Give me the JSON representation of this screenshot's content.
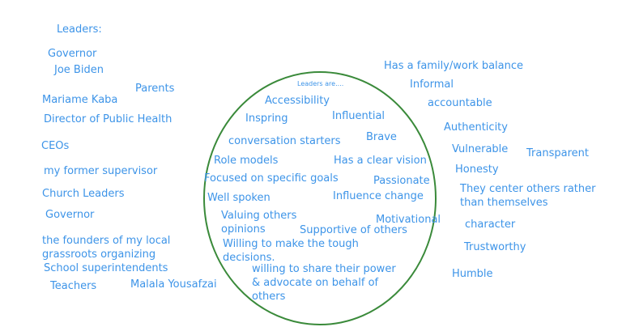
{
  "colors": {
    "text": "#3d94e8",
    "circle": "#3a8a3a",
    "background": "#ffffff"
  },
  "left": {
    "heading": "Leaders:",
    "items": [
      "Governor",
      "Joe Biden",
      "Parents",
      "Mariame Kaba",
      "Director of Public Health",
      "CEOs",
      "my former supervisor",
      "Church Leaders",
      "Governor",
      "the founders of my local grassroots organizing",
      "School superintendents",
      "Teachers",
      "Malala Yousafzai"
    ]
  },
  "circle": {
    "title": "Leaders are....",
    "items": [
      "Accessibility",
      "Inspring",
      "Influential",
      "conversation starters",
      "Brave",
      "Role models",
      "Has a clear vision",
      "Focused on specific goals",
      "Passionate",
      "Well spoken",
      "Influence change",
      "Valuing others opinions",
      "Motivational",
      "Supportive of others",
      "Willing to make the tough decisions.",
      "willing to share their power & advocate on behalf of others"
    ]
  },
  "right": {
    "items": [
      "Has a family/work balance",
      "Informal",
      "accountable",
      "Authenticity",
      "Vulnerable",
      "Transparent",
      "Honesty",
      "They center others rather than themselves",
      "character",
      "Trustworthy",
      "Humble"
    ]
  }
}
